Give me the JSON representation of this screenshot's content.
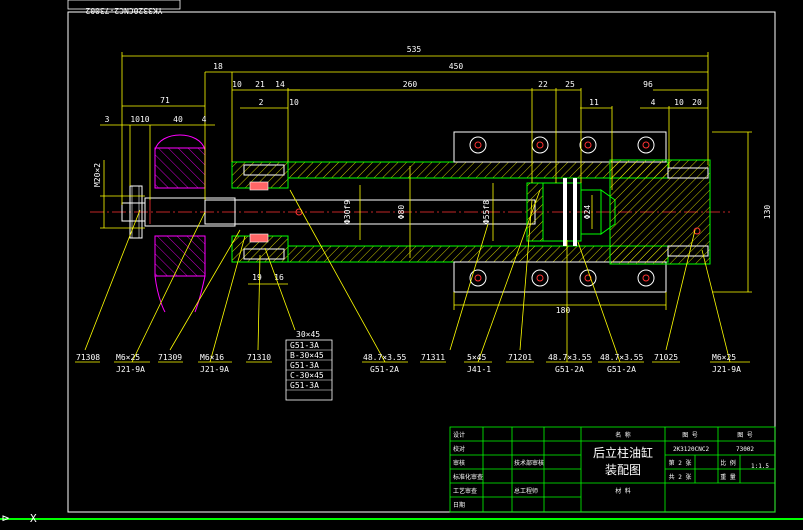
{
  "title_stamp": "YK3320CNC2-73002",
  "title_block": {
    "drawing_title_line1": "后立柱油缸",
    "drawing_title_line2": "装配图",
    "label_name": "名  称",
    "label_drawing_no": "图  号",
    "label_code": "图 号",
    "drawing_no": "2K3120CNC2",
    "code": "73002",
    "scale_label": "比 例",
    "scale": "1:1.5",
    "sheet_label1": "第 2 张",
    "sheet_label2": "共 2 张",
    "weight_label": "重 量",
    "material_label": "材    料",
    "rows_left": [
      "设计",
      "校对",
      "审核",
      "标准化审查",
      "工艺审查",
      "日期"
    ],
    "rows_mid": [
      "",
      "",
      "技术部审核",
      "",
      "总工程师",
      ""
    ]
  },
  "dimensions": {
    "d535": "535",
    "d450": "450",
    "d18": "18",
    "d71": "71",
    "d3": "3",
    "d10_10": "1010",
    "d4": "4",
    "d40": "40",
    "d10a": "10",
    "d21": "21",
    "d14": "14",
    "d2": "2",
    "d10b": "10",
    "d260": "260",
    "d22": "22",
    "d25": "25",
    "d11": "11",
    "d96": "96",
    "d4b": "4",
    "d10c": "10",
    "d20": "20",
    "d130": "130",
    "d180": "180",
    "d19": "19",
    "d16": "16",
    "m20": "M20×2",
    "dia30": "Φ30f9",
    "dia80": "Φ80",
    "dia55": "Φ55f8",
    "dia24": "Φ24"
  },
  "callouts": [
    {
      "id": "71308",
      "top": "71308",
      "bottom": ""
    },
    {
      "id": "m6x25a",
      "top": "M6×25",
      "bottom": "J21-9A"
    },
    {
      "id": "71309",
      "top": "71309",
      "bottom": ""
    },
    {
      "id": "m6x16",
      "top": "M6×16",
      "bottom": "J21-9A"
    },
    {
      "id": "71310",
      "top": "71310",
      "bottom": ""
    },
    {
      "id": "o48a",
      "top": "48.7×3.55",
      "bottom": "G51-2A"
    },
    {
      "id": "71311",
      "top": "71311",
      "bottom": ""
    },
    {
      "id": "5x45",
      "top": "5×45",
      "bottom": "J41-1"
    },
    {
      "id": "71201",
      "top": "71201",
      "bottom": ""
    },
    {
      "id": "o48b",
      "top": "48.7×3.55",
      "bottom": "G51-2A"
    },
    {
      "id": "o48c",
      "top": "48.7×3.55",
      "bottom": "G51-2A"
    },
    {
      "id": "71025",
      "top": "71025",
      "bottom": ""
    },
    {
      "id": "m6x25b",
      "top": "M6×25",
      "bottom": "J21-9A"
    }
  ],
  "seal_list": [
    "30×45",
    "G51-3A",
    "B-30×45",
    "G51-3A",
    "C-30×45",
    "G51-3A"
  ],
  "colors": {
    "frame": "#ffffff",
    "dim": "#ffff00",
    "part": "#00ff00",
    "hatch": "#ffff00",
    "center": "#ff3333",
    "magenta": "#ff00ff",
    "white": "#ffffff"
  }
}
